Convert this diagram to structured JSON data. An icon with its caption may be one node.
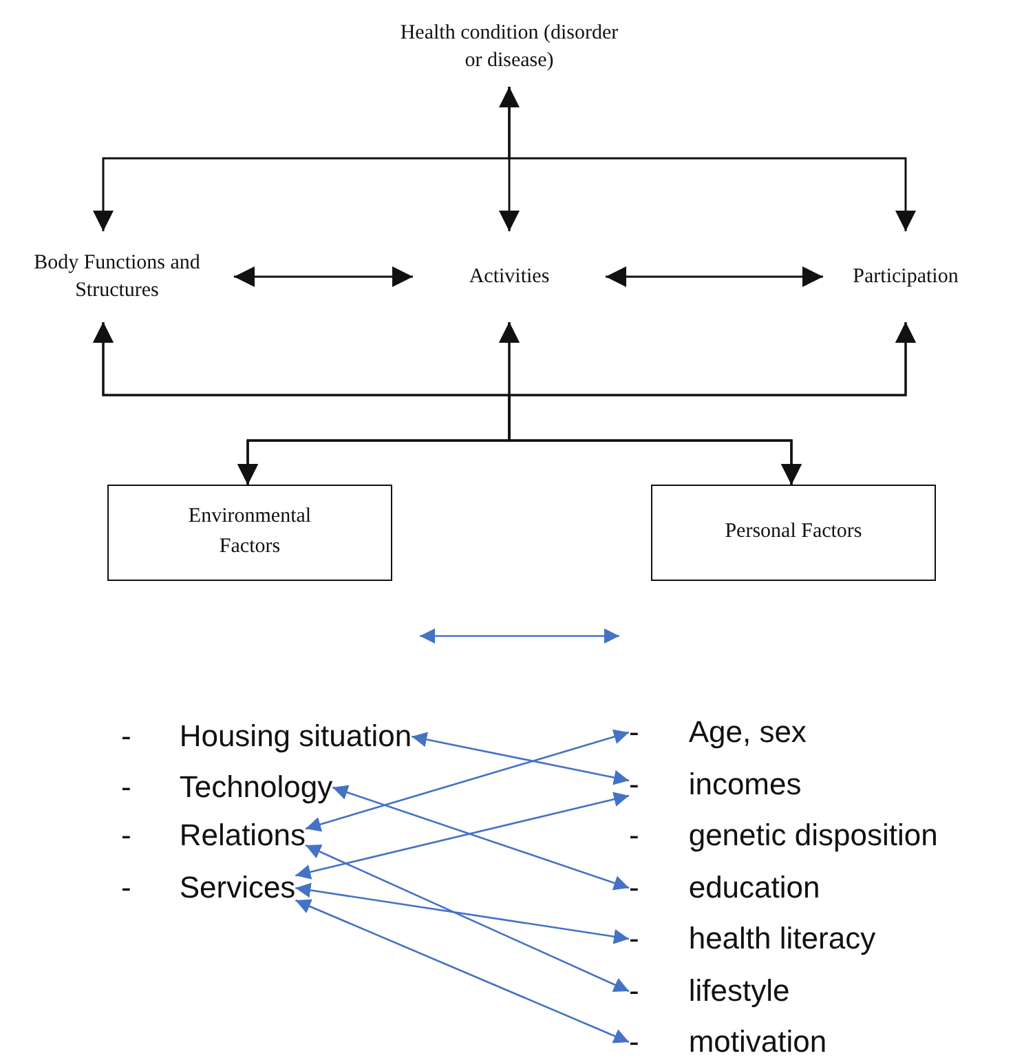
{
  "diagram": {
    "nodes": [
      {
        "text": [
          "Health condition (disorder or disease)"
        ]
      },
      {
        "text": [
          "Body Functions and Structures"
        ]
      },
      {
        "text": [
          "Activities"
        ]
      },
      {
        "text": [
          "Participation"
        ]
      },
      {
        "text": [
          "Environmental Factors"
        ]
      },
      {
        "text": [
          "Personal Factors"
        ]
      },
      {
        "text": [
          "-",
          "Housing situation"
        ]
      },
      {
        "text": [
          "-",
          "Technology"
        ]
      },
      {
        "text": [
          "-",
          "Relations"
        ]
      },
      {
        "text": [
          "-",
          "Services"
        ]
      },
      {
        "text": [
          "-",
          "Age, sex"
        ]
      },
      {
        "text": [
          "-",
          "incomes"
        ]
      },
      {
        "text": [
          "-",
          "genetic disposition"
        ]
      },
      {
        "text": [
          "-",
          "education"
        ]
      },
      {
        "text": [
          "-",
          "health literacy"
        ]
      },
      {
        "text": [
          "-",
          "lifestyle"
        ]
      },
      {
        "text": [
          "-",
          "motivation"
        ]
      }
    ],
    "edges": [
      {
        "from": 0,
        "to": 2,
        "arrow": "both"
      },
      {
        "from": 0,
        "to": 1,
        "arrow": "to"
      },
      {
        "from": 0,
        "to": 3,
        "arrow": "to"
      },
      {
        "from": 1,
        "to": 2,
        "arrow": "both"
      },
      {
        "from": 2,
        "to": 3,
        "arrow": "both"
      },
      {
        "from": 4,
        "to": 1,
        "arrow": "both"
      },
      {
        "from": 4,
        "to": 2,
        "arrow": "both"
      },
      {
        "from": 4,
        "to": 3,
        "arrow": "both"
      },
      {
        "from": 5,
        "to": 1,
        "arrow": "both"
      },
      {
        "from": 5,
        "to": 2,
        "arrow": "both"
      },
      {
        "from": 5,
        "to": 3,
        "arrow": "both"
      },
      {
        "from": 6,
        "to": 11,
        "arrow": "both",
        "color": "#4472c4"
      },
      {
        "from": 7,
        "to": 13,
        "arrow": "both",
        "color": "#4472c4"
      },
      {
        "from": 8,
        "to": 10,
        "arrow": "both",
        "color": "#4472c4"
      },
      {
        "from": 8,
        "to": 15,
        "arrow": "both",
        "color": "#4472c4"
      },
      {
        "from": 9,
        "to": 11,
        "arrow": "both",
        "color": "#4472c4"
      },
      {
        "from": 9,
        "to": 14,
        "arrow": "both",
        "color": "#4472c4"
      },
      {
        "from": 9,
        "to": 16,
        "arrow": "both",
        "color": "#4472c4"
      }
    ]
  }
}
